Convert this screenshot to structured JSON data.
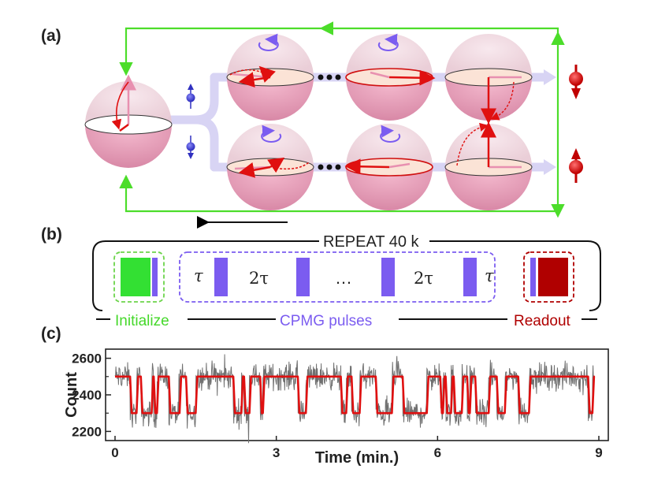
{
  "panels": {
    "a": "(a)",
    "b": "(b)",
    "c": "(c)"
  },
  "sequence": {
    "repeat": "REPEAT 40 k",
    "initialize": "Initialize",
    "cpmg": "CPMG pulses",
    "readout": "Readout",
    "tau": "τ",
    "two_tau": "2τ",
    "ellipsis": "…"
  },
  "colors": {
    "green": "#4cdd2a",
    "purple": "#7b5cf0",
    "red": "#b00000",
    "arrow_red": "#e01010",
    "sphere_pink": "#e79bb8",
    "trace_gray": "#707070"
  },
  "chart_data": {
    "type": "line",
    "xlabel": "Time (min.)",
    "ylabel": "Count",
    "xlim": [
      0,
      9
    ],
    "ylim": [
      2150,
      2650
    ],
    "xticks": [
      0,
      3,
      6,
      9
    ],
    "yticks": [
      2200,
      2400,
      2600
    ],
    "yticks_minor": [
      2300,
      2500
    ],
    "series": [
      {
        "color": "gray",
        "note": "raw counts trace fluctuating ~±80 around the telegraph levels",
        "levels": [
          2300,
          2500
        ]
      },
      {
        "color": "red",
        "levels": [
          2300,
          2500
        ],
        "switch_times": [
          0.0,
          0.28,
          0.4,
          0.48,
          0.68,
          0.72,
          0.78,
          1.0,
          1.2,
          1.32,
          1.5,
          2.2,
          2.35,
          2.4,
          2.5,
          2.7,
          2.75,
          3.4,
          3.55,
          4.2,
          4.3,
          4.4,
          4.55,
          4.85,
          5.15,
          5.35,
          5.8,
          6.05,
          6.1,
          6.15,
          6.25,
          6.3,
          6.45,
          6.55,
          6.6,
          6.7,
          6.95,
          7.1,
          7.25,
          7.5,
          7.7,
          8.8,
          8.88
        ]
      }
    ]
  }
}
